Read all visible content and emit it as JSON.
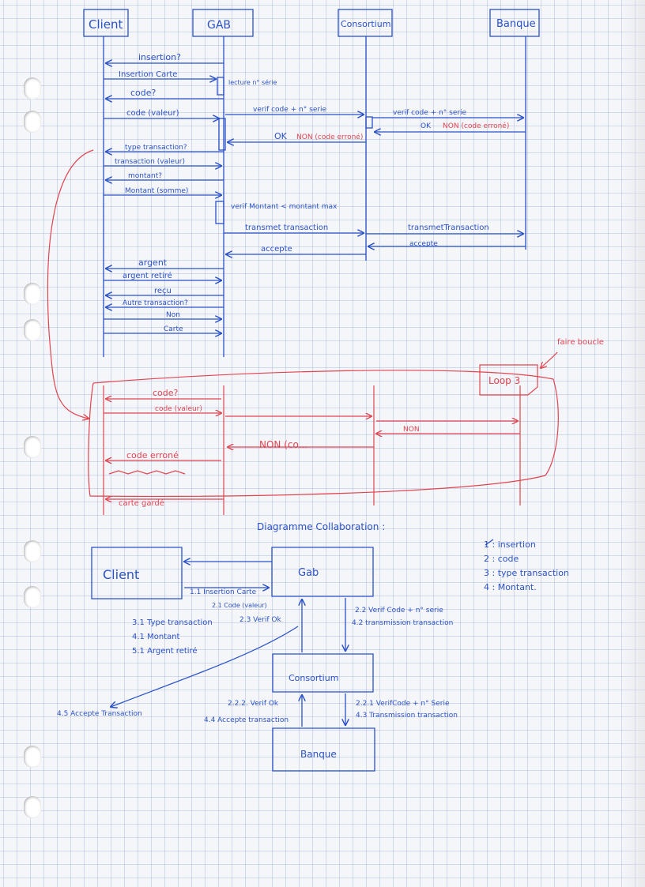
{
  "colors": {
    "blue_ink": "#2a52c8",
    "red_ink": "#e0454f"
  },
  "sequence": {
    "lifelines": [
      "Client",
      "GAB",
      "Consortium",
      "Banque"
    ],
    "messages": [
      "insertion?",
      "Insertion Carte",
      "lecture n° série",
      "code?",
      "code (valeur)",
      "verif code + n° serie",
      "verif code + n° serie",
      "OK",
      "NON (code erroné)",
      "OK",
      "NON (code erroné)",
      "type transaction?",
      "transaction (valeur)",
      "montant?",
      "Montant (somme)",
      "verif Montant < montant max",
      "transmet transaction",
      "transmetTransaction",
      "accepte",
      "accepte",
      "argent",
      "argent retiré",
      "reçu",
      "Autre transaction?",
      "Non",
      "Carte"
    ]
  },
  "loop": {
    "note": "faire boucle",
    "tag": "Loop 3",
    "messages": [
      "code?",
      "code (valeur)",
      "NON",
      "NON (co...",
      "code erroné",
      "carte gardé"
    ]
  },
  "collaboration": {
    "title": "Diagramme Collaboration :",
    "boxes": [
      "Client",
      "Gab",
      "Consortium",
      "Banque"
    ],
    "labels": {
      "l1": "1.1 Insertion Carte",
      "l2": "2.1 Code (valeur)",
      "l3": "2.3 Verif Ok",
      "l4": "3.1 Type transaction",
      "l5": "4.1 Montant",
      "l6": "5.1 Argent retiré",
      "l7": "2.2 Verif Code + n° serie",
      "l8": "4.2 transmission transaction",
      "l9": "2.2.2. Verif Ok",
      "l10": "4.4 Accepte transaction",
      "l11": "2.2.1 VerifCode + n° Serie",
      "l12": "4.3 Transmission transaction",
      "l13": "4.5 Accepte Transaction"
    },
    "legend": [
      "1 : insertion",
      "2 : code",
      "3 : type transaction",
      "4 : Montant."
    ]
  }
}
